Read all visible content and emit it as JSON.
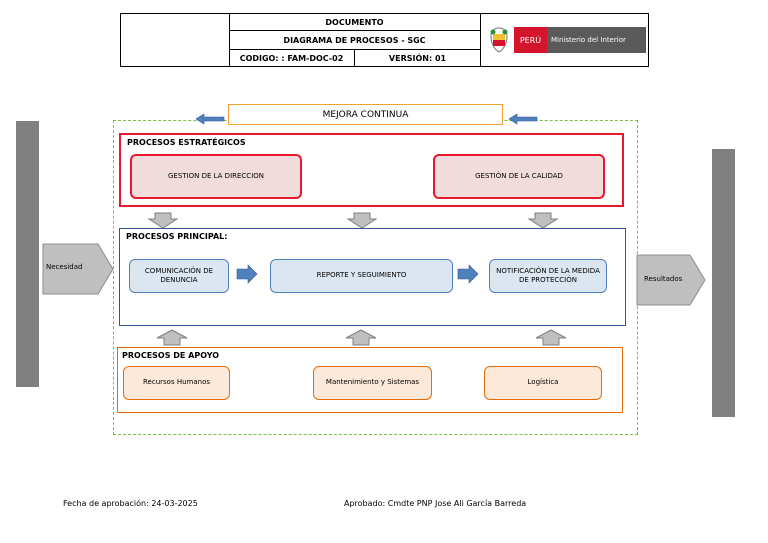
{
  "header": {
    "title": "DOCUMENTO",
    "subtitle": "DIAGRAMA DE PROCESOS - SGC",
    "code": "CODIGO: : FAM-DOC-02",
    "version": "VERSIÓN: 01",
    "logo_country": "PERÚ",
    "logo_ministry": "Ministerio del Interior"
  },
  "diagram": {
    "mejora": "MEJORA CONTINUA",
    "input": "Necesidad",
    "output": "Resultados",
    "strategic": {
      "title": "PROCESOS ESTRATÉGICOS",
      "boxes": [
        "GESTION DE LA DIRECCION",
        "GESTIÓN DE LA CALIDAD"
      ]
    },
    "principal": {
      "title": "PROCESOS PRINCIPAL:",
      "boxes": [
        "COMUNICACIÓN DE DENUNCIA",
        "REPORTE Y SEGUIMIENTO",
        "NOTIFICACIÓN DE LA MEDIDA DE PROTECCIÓN"
      ]
    },
    "support": {
      "title": "PROCESOS DE APOYO",
      "boxes": [
        "Recursos Humanos",
        "Mantenimiento y Sistemas",
        "Logística"
      ]
    }
  },
  "footer": {
    "approval_date": "Fecha de aprobación: 24-03-2025",
    "approved_by": "Aprobado: Cmdte PNP Jose Ali García Barreda"
  },
  "colors": {
    "strategic": "#e8192c",
    "principal": "#2f5597",
    "support": "#e46c0a",
    "outer_dashed": "#7ac142"
  }
}
